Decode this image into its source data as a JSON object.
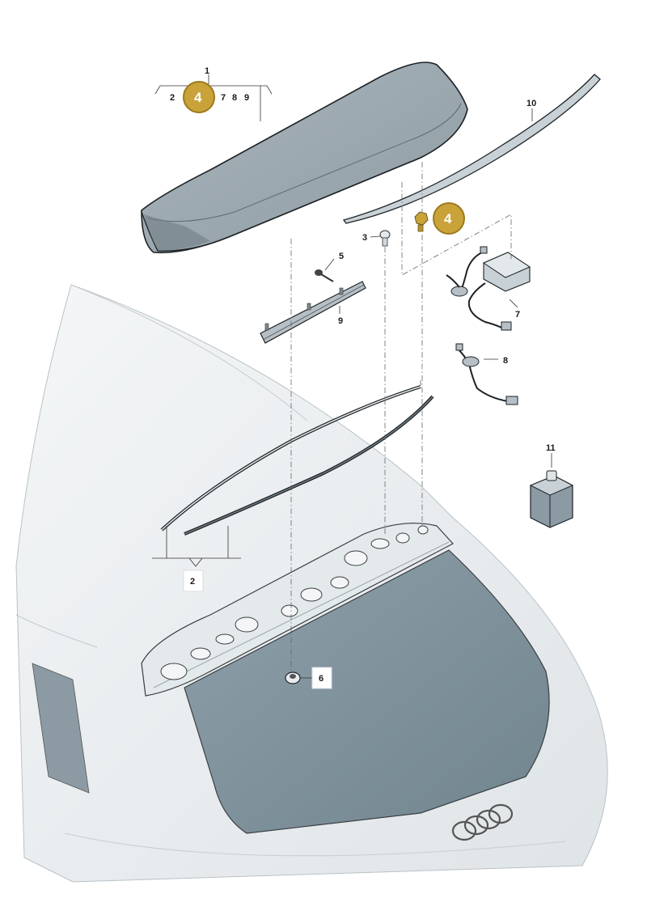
{
  "callouts": {
    "c1": "1",
    "c2_top": "2",
    "c7": "7",
    "c8_top": "8",
    "c9_top": "9",
    "c10": "10",
    "c3": "3",
    "c5": "5",
    "c9": "9",
    "c7_side": "7",
    "c8": "8",
    "c11": "11",
    "c2_bottom": "2",
    "c6": "6"
  },
  "badges": {
    "badge_top": "4",
    "badge_right": "4"
  },
  "colors": {
    "badge_fill": "#c9a23a",
    "badge_ring": "#9c7a1c",
    "part_dark": "#6f7d86",
    "part_mid": "#9aa7af",
    "part_light": "#c8d1d6",
    "glass": "#7f939e",
    "body": "#e8ecee"
  }
}
